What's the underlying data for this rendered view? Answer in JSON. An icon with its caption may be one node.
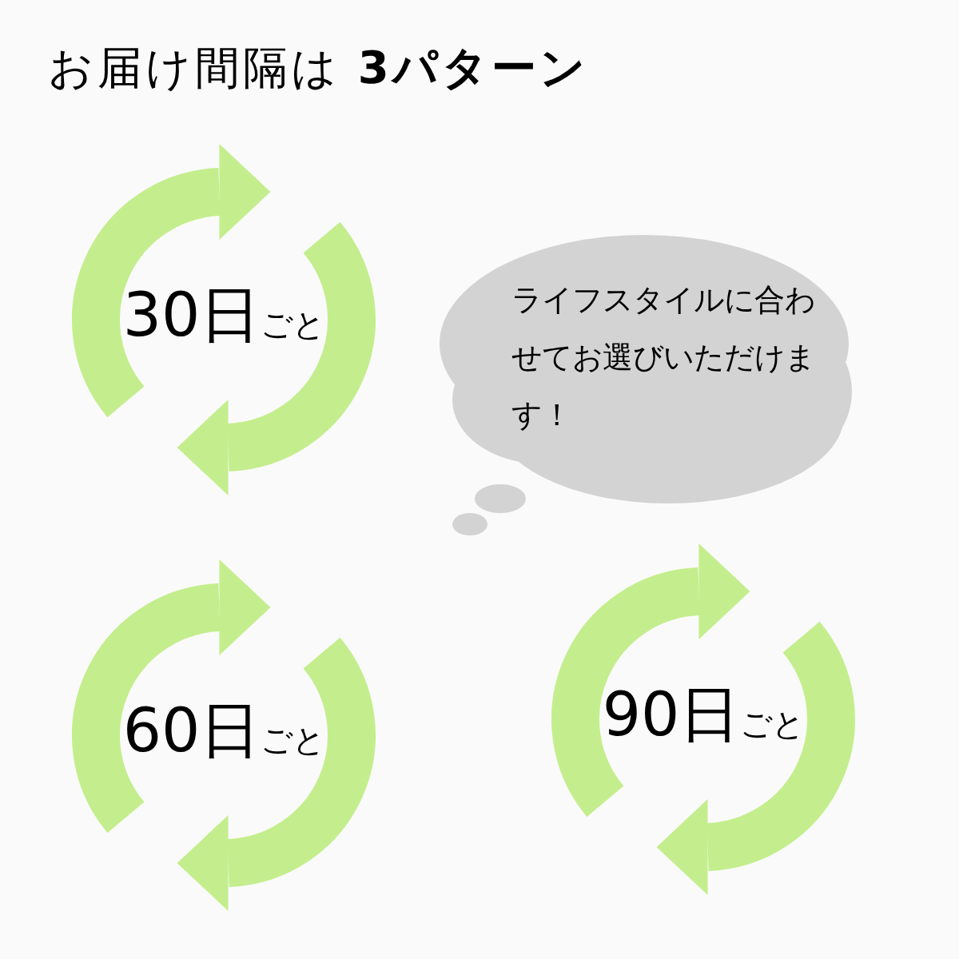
{
  "diagram": {
    "title": "お届け間隔は **3パターン**",
    "nodes": [
      {
        "text": [
          "30日",
          "ごと"
        ]
      },
      {
        "text": [
          "ライフスタイルに合わせてお選びいただけます！"
        ]
      },
      {
        "text": [
          "60日",
          "ごと"
        ]
      },
      {
        "text": [
          "90日",
          "ごと"
        ]
      }
    ]
  }
}
